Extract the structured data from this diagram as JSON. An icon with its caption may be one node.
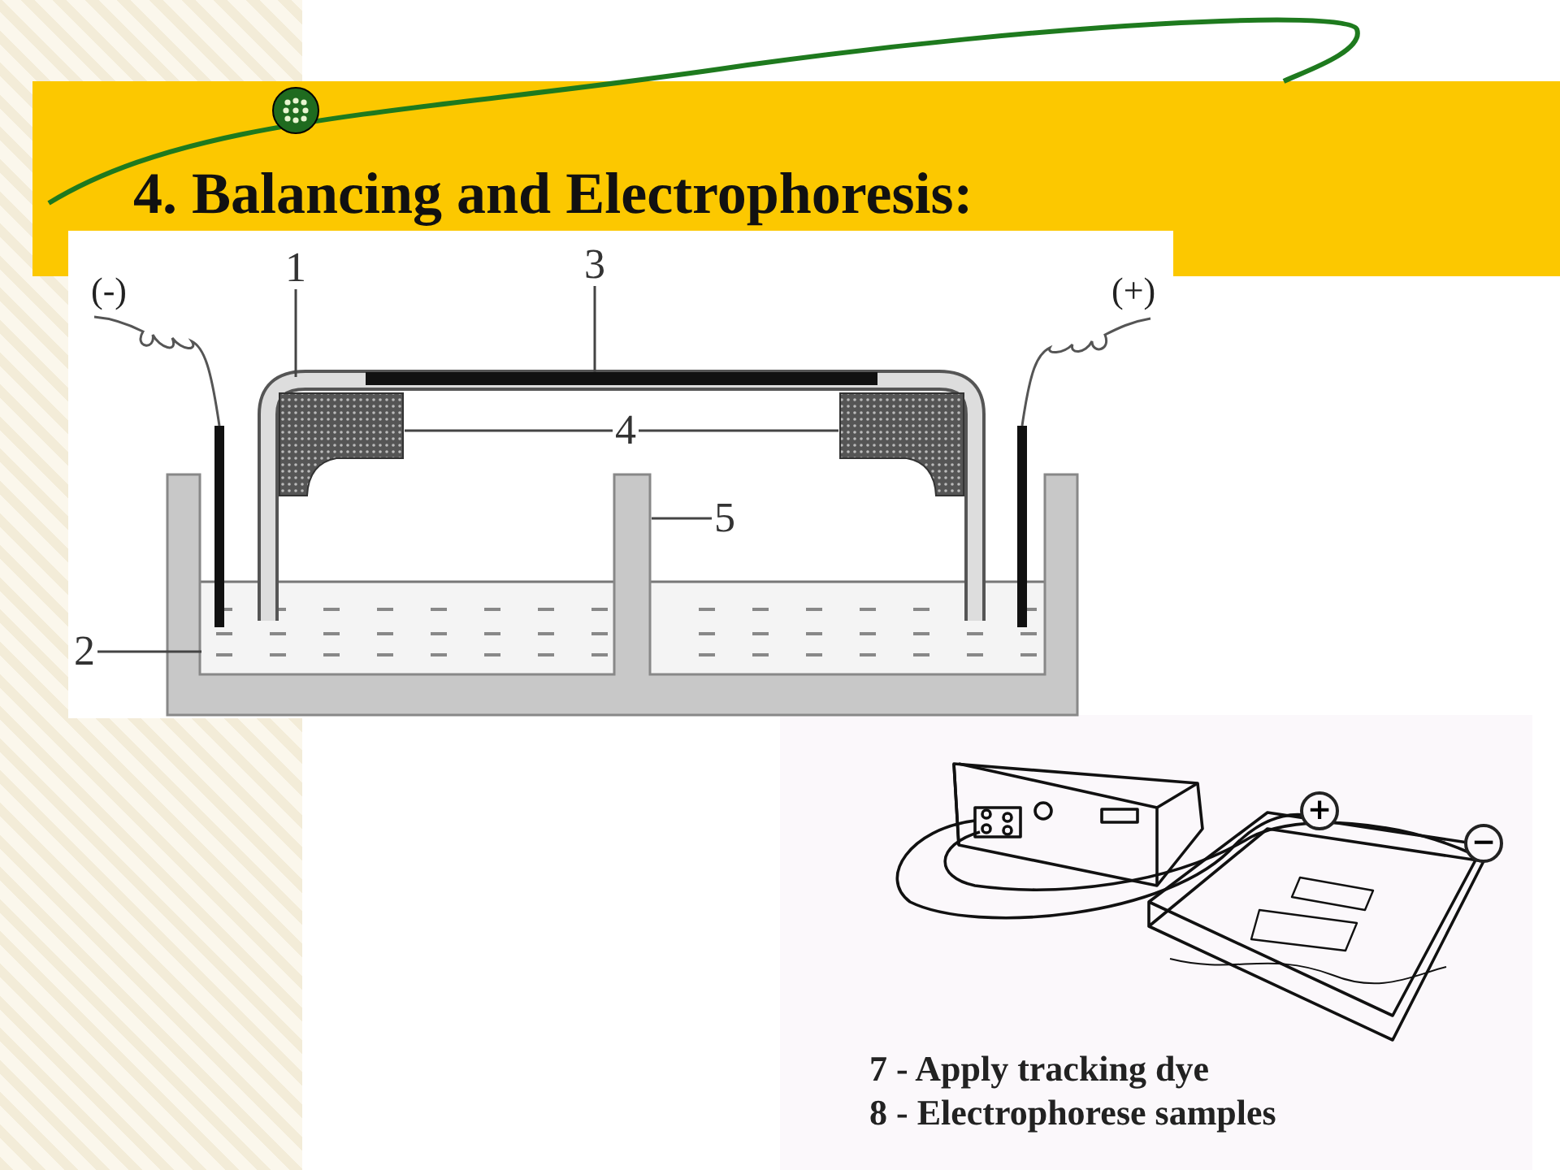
{
  "diagram": {
    "title": "4. Balancing and Electrophoresis:",
    "nodes": [
      {
        "text": [
          "1"
        ]
      },
      {
        "text": [
          "3"
        ]
      },
      {
        "text": [
          "4"
        ]
      },
      {
        "text": [
          "5"
        ]
      },
      {
        "text": [
          "2"
        ]
      }
    ],
    "edges": [
      {
        "from": 0,
        "to": null,
        "arrow": "none"
      },
      {
        "from": 1,
        "to": null,
        "arrow": "none"
      },
      {
        "from": 2,
        "to": null,
        "arrow": "none"
      },
      {
        "from": 2,
        "to": null,
        "arrow": "none"
      },
      {
        "from": 3,
        "to": null,
        "arrow": "none"
      },
      {
        "from": 4,
        "to": null,
        "arrow": "none"
      }
    ],
    "labels": [
      "(-)",
      "(+)",
      "+",
      "−",
      "7 - Apply tracking dye",
      "8 - Electrophorese samples"
    ]
  }
}
